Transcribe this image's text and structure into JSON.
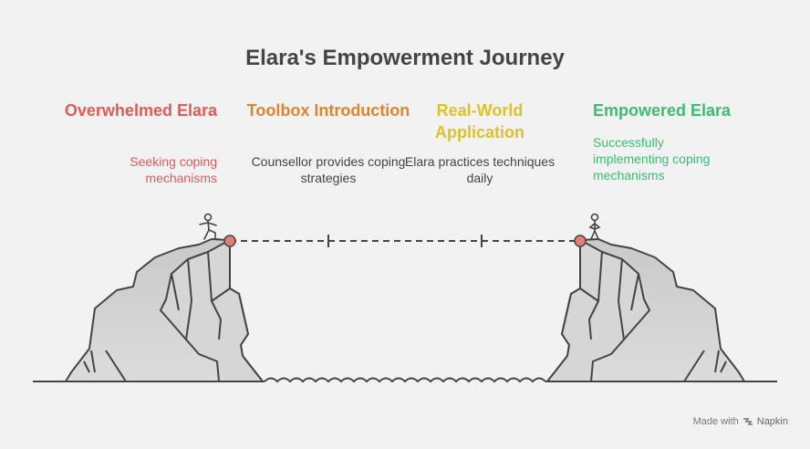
{
  "title": "Elara's Empowerment Journey",
  "stages": [
    {
      "title": "Overwhelmed Elara",
      "description": "Seeking coping mechanisms",
      "color": "#e05a57"
    },
    {
      "title": "Toolbox Introduction",
      "description": "Counsellor provides coping strategies",
      "color": "#e0842c"
    },
    {
      "title": "Real-World Application",
      "description": "Elara practices techniques daily",
      "color": "#dcc22a"
    },
    {
      "title": "Empowered Elara",
      "description": "Successfully implementing coping mechanisms",
      "color": "#3dbb73"
    }
  ],
  "footer": {
    "prefix": "Made with",
    "brand": "Napkin"
  },
  "icons": [
    "person-icon",
    "cliff-icon",
    "water-icon",
    "napkin-logo-icon"
  ]
}
